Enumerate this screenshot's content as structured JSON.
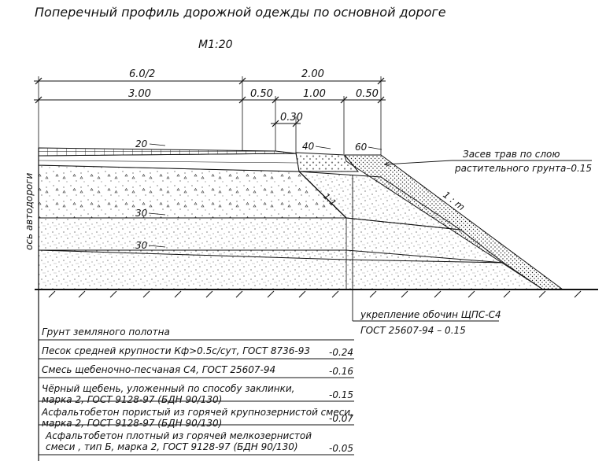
{
  "title": "Поперечный профиль дорожной одежды по основной дороге",
  "scale": "М1:20",
  "dimensions": {
    "half_width": "6.0/2",
    "shoulder_total": "2.00",
    "carriageway": "3.00",
    "seg_050_a": "0.50",
    "seg_100": "1.00",
    "seg_050_b": "0.50",
    "seg_030": "0.30"
  },
  "slope_labels": {
    "s20": "20",
    "s40": "40",
    "s60": "60",
    "s30_upper": "30",
    "s30_lower": "30",
    "slope_11": "1:1",
    "slope_1m": "1 : m"
  },
  "axis_label": "ось автодороги",
  "callouts": {
    "grass_line1": "Засев трав по слою",
    "grass_line2": "растительного грунта–0.15",
    "shoulder_line1": "укрепление обочин ЩПС-С4",
    "shoulder_line2": "ГОСТ 25607-94 – 0.15"
  },
  "layers": [
    {
      "lines": [
        "Грунт земляного полотна"
      ],
      "thickness": ""
    },
    {
      "lines": [
        "Песок средней крупности Кф>0.5с/сут, ГОСТ 8736-93"
      ],
      "thickness": "-0.24"
    },
    {
      "lines": [
        "Смесь щебеночно-песчаная С4, ГОСТ 25607-94"
      ],
      "thickness": "-0.16"
    },
    {
      "lines": [
        "Чёрный щебень, уложенный по способу заклинки,",
        "марка 2, ГОСТ 9128-97  (БДН 90/130)"
      ],
      "thickness": "-0.15"
    },
    {
      "lines": [
        "Асфальтобетон пористый из горячей крупнозернистой смеси,",
        "марка 2, ГОСТ 9128-97  (БДН 90/130)"
      ],
      "thickness": "-0.07"
    },
    {
      "lines": [
        "Асфальтобетон плотный из горячей мелкозернистой",
        "смеси , тип Б, марка 2, ГОСТ 9128-97 (БДН 90/130)"
      ],
      "thickness": "-0.05"
    }
  ]
}
